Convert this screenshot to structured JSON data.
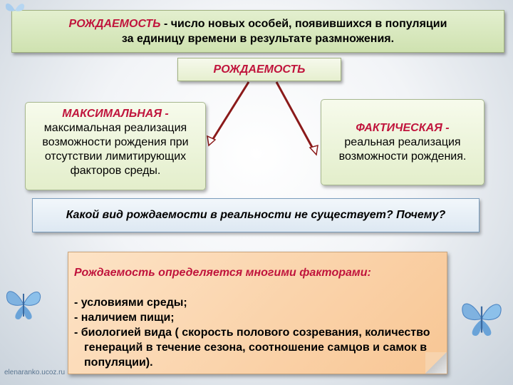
{
  "definition": {
    "term": "РОЖДАЕМОСТЬ",
    "rest_line1": " - число новых особей, появившихся в популяции",
    "line2": "за единицу времени в результате размножения."
  },
  "title": "РОЖДАЕМОСТЬ",
  "maximal": {
    "head": "МАКСИМАЛЬНАЯ -",
    "text": "максимальная реализация возможности рождения при отсутствии лимитирующих факторов среды."
  },
  "actual": {
    "head": "ФАКТИЧЕСКАЯ -",
    "text": "реальная реализация возможности рождения."
  },
  "question": "Какой вид рождаемости в реальности не существует? Почему?",
  "factors": {
    "lead": "Рождаемость определяется многими факторами:",
    "items": [
      "условиями среды;",
      "наличием пищи;",
      "биологией вида ( скорость полового созревания, количество генераций в течение сезона, соотношение самцов и самок в популяции)."
    ]
  },
  "site": "elenaranko.ucoz.ru",
  "colors": {
    "accent": "#c0143c",
    "arrow": "#8b1a1a",
    "butterfly": "#7fb2e0"
  }
}
